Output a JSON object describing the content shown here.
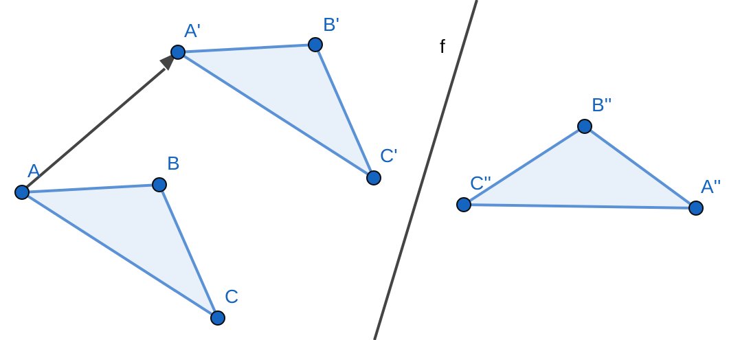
{
  "line_label": "f",
  "colors": {
    "fill": "#e8f0fa",
    "edge": "#5b92d6",
    "point": "#1565c0",
    "line": "#444444"
  },
  "triangles": [
    {
      "id": "original",
      "labels": [
        "A",
        "B",
        "C"
      ]
    },
    {
      "id": "translated",
      "labels": [
        "A'",
        "B'",
        "C'"
      ]
    },
    {
      "id": "reflected",
      "labels": [
        "A''",
        "B''",
        "C''"
      ]
    }
  ],
  "vector": {
    "from": "A",
    "to": "A'"
  }
}
